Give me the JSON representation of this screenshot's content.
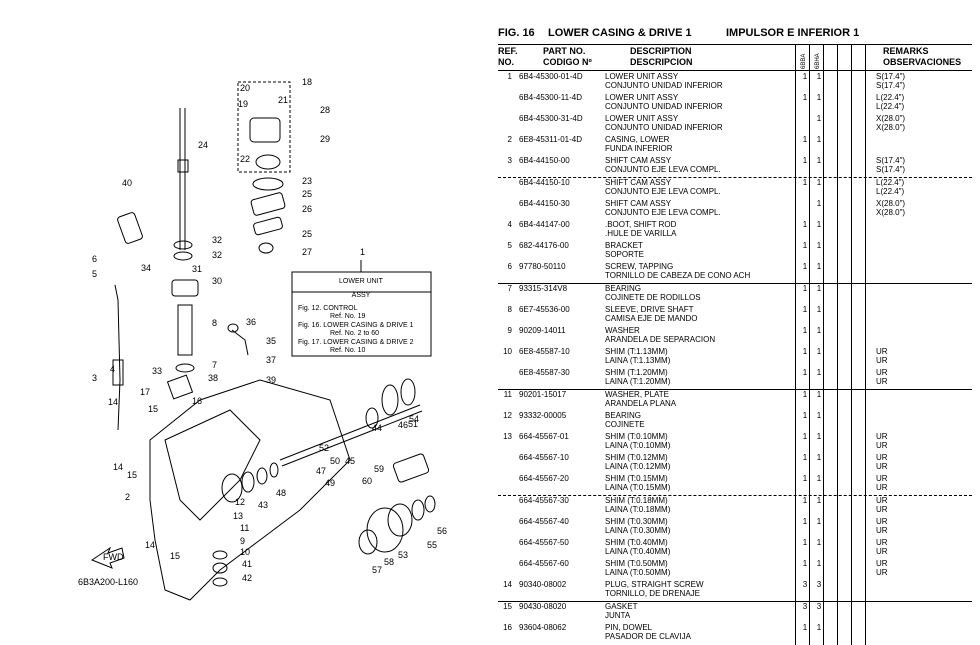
{
  "diagram": {
    "callouts": [
      "1",
      "2",
      "3",
      "4",
      "5",
      "6",
      "7",
      "8",
      "9",
      "10",
      "11",
      "12",
      "13",
      "14",
      "14",
      "14",
      "15",
      "15",
      "15",
      "16",
      "17",
      "18",
      "19",
      "20",
      "21",
      "22",
      "23",
      "24",
      "25",
      "25",
      "26",
      "27",
      "28",
      "29",
      "30",
      "31",
      "32",
      "32",
      "33",
      "34",
      "35",
      "36",
      "37",
      "38",
      "39",
      "40",
      "41",
      "42",
      "43",
      "44",
      "45",
      "46",
      "47",
      "48",
      "49",
      "50",
      "51",
      "52",
      "53",
      "54",
      "55",
      "56",
      "57",
      "58",
      "59",
      "60"
    ],
    "code_box": {
      "title1": "LOWER UNIT",
      "title2": "ASSY",
      "line1": "Fig. 12. CONTROL",
      "line2": "Ref. No. 19",
      "line3": "Fig. 16. LOWER CASING & DRIVE 1",
      "line4": "Ref. No. 2 to 60",
      "line5": "Fig. 17. LOWER CASING & DRIVE 2",
      "line6": "Ref. No. 10"
    },
    "fwd_label": "FWD",
    "drawing_code": "6B3A200-L160"
  },
  "header": {
    "fig_no": "FIG.  16",
    "title_en": "LOWER CASING & DRIVE 1",
    "title_es": "IMPULSOR E INFERIOR 1"
  },
  "columns": {
    "ref_1": "REF.",
    "ref_2": "NO.",
    "part_1": "PART NO.",
    "part_2": "CODIGO Nº",
    "desc_1": "DESCRIPTION",
    "desc_2": "DESCRIPCION",
    "model_a": "6BBA",
    "model_b": "6BHA",
    "rem_1": "REMARKS",
    "rem_2": "OBSERVACIONES"
  },
  "rows": [
    {
      "ref": "1",
      "part": "6B4-45300-01-4D",
      "desc_en": "LOWER UNIT ASSY",
      "desc_es": "CONJUNTO UNIDAD INFERIOR",
      "q1": "1",
      "q2": "1",
      "rem1": "S(17.4\")",
      "rem2": "S(17.4\")",
      "sep": "none"
    },
    {
      "ref": "",
      "part": "6B4-45300-11-4D",
      "desc_en": "LOWER UNIT ASSY",
      "desc_es": "CONJUNTO UNIDAD INFERIOR",
      "q1": "1",
      "q2": "1",
      "rem1": "L(22.4\")",
      "rem2": "L(22.4\")",
      "sep": "none"
    },
    {
      "ref": "",
      "part": "6B4-45300-31-4D",
      "desc_en": "LOWER UNIT ASSY",
      "desc_es": "CONJUNTO UNIDAD INFERIOR",
      "q1": "",
      "q2": "1",
      "rem1": "X(28.0\")",
      "rem2": "X(28.0\")",
      "sep": "none"
    },
    {
      "ref": "2",
      "part": "6E8-45311-01-4D",
      "desc_en": "CASING, LOWER",
      "desc_es": "FUNDA INFERIOR",
      "q1": "1",
      "q2": "1",
      "rem1": "",
      "rem2": "",
      "sep": "none"
    },
    {
      "ref": "3",
      "part": "6B4-44150-00",
      "desc_en": "SHIFT CAM ASSY",
      "desc_es": "CONJUNTO EJE LEVA COMPL.",
      "q1": "1",
      "q2": "1",
      "rem1": "S(17.4\")",
      "rem2": "S(17.4\")",
      "sep": "none"
    },
    {
      "ref": "",
      "part": "6B4-44150-10",
      "desc_en": "SHIFT CAM ASSY",
      "desc_es": "CONJUNTO EJE LEVA COMPL.",
      "q1": "1",
      "q2": "1",
      "rem1": "L(22.4\")",
      "rem2": "L(22.4\")",
      "sep": "dash"
    },
    {
      "ref": "",
      "part": "6B4-44150-30",
      "desc_en": "SHIFT CAM ASSY",
      "desc_es": "CONJUNTO EJE LEVA COMPL.",
      "q1": "",
      "q2": "1",
      "rem1": "X(28.0\")",
      "rem2": "X(28.0\")",
      "sep": "none"
    },
    {
      "ref": "4",
      "part": "6B4-44147-00",
      "desc_en": ".BOOT, SHIFT ROD",
      ".desc_es": "",
      "desc_es": ".HULE DE VARILLA",
      "q1": "1",
      "q2": "1",
      "rem1": "",
      "rem2": "",
      "sep": "none"
    },
    {
      "ref": "5",
      "part": "682-44176-00",
      "desc_en": "BRACKET",
      "desc_es": "SOPORTE",
      "q1": "1",
      "q2": "1",
      "rem1": "",
      "rem2": "",
      "sep": "none"
    },
    {
      "ref": "6",
      "part": "97780-50110",
      "desc_en": "SCREW, TAPPING",
      "desc_es": "TORNILLO DE CABEZA DE CONO ACH",
      "q1": "1",
      "q2": "1",
      "rem1": "",
      "rem2": "",
      "sep": "none"
    },
    {
      "ref": "7",
      "part": "93315-314V8",
      "desc_en": "BEARING",
      "desc_es": "COJINETE DE RODILLOS",
      "q1": "1",
      "q2": "1",
      "rem1": "",
      "rem2": "",
      "sep": "solid"
    },
    {
      "ref": "8",
      "part": "6E7-45536-00",
      "desc_en": "SLEEVE, DRIVE SHAFT",
      "desc_es": "CAMISA EJE DE MANDO",
      "q1": "1",
      "q2": "1",
      "rem1": "",
      "rem2": "",
      "sep": "none"
    },
    {
      "ref": "9",
      "part": "90209-14011",
      "desc_en": "WASHER",
      "desc_es": "ARANDELA DE SEPARACION",
      "q1": "1",
      "q2": "1",
      "rem1": "",
      "rem2": "",
      "sep": "none"
    },
    {
      "ref": "10",
      "part": "6E8-45587-10",
      "desc_en": "SHIM (T:1.13MM)",
      "desc_es": "LAINA (T:1.13MM)",
      "q1": "1",
      "q2": "1",
      "rem1": "UR",
      "rem2": "UR",
      "sep": "none"
    },
    {
      "ref": "",
      "part": "6E8-45587-30",
      "desc_en": "SHIM (T:1.20MM)",
      "desc_es": "LAINA (T:1.20MM)",
      "q1": "1",
      "q2": "1",
      "rem1": "UR",
      "rem2": "UR",
      "sep": "none"
    },
    {
      "ref": "11",
      "part": "90201-15017",
      "desc_en": "WASHER, PLATE",
      "desc_es": "ARANDELA PLANA",
      "q1": "1",
      "q2": "1",
      "rem1": "",
      "rem2": "",
      "sep": "solid"
    },
    {
      "ref": "12",
      "part": "93332-00005",
      "desc_en": "BEARING",
      "desc_es": "COJINETE",
      "q1": "1",
      "q2": "1",
      "rem1": "",
      "rem2": "",
      "sep": "none"
    },
    {
      "ref": "13",
      "part": "664-45567-01",
      "desc_en": "SHIM (T:0.10MM)",
      "desc_es": "LAINA (T:0.10MM)",
      "q1": "1",
      "q2": "1",
      "rem1": "UR",
      "rem2": "UR",
      "sep": "none"
    },
    {
      "ref": "",
      "part": "664-45567-10",
      "desc_en": "SHIM (T:0.12MM)",
      "desc_es": "LAINA (T:0.12MM)",
      "q1": "1",
      "q2": "1",
      "rem1": "UR",
      "rem2": "UR",
      "sep": "none"
    },
    {
      "ref": "",
      "part": "664-45567-20",
      "desc_en": "SHIM (T:0.15MM)",
      "desc_es": "LAINA (T:0.15MM)",
      "q1": "1",
      "q2": "1",
      "rem1": "UR",
      "rem2": "UR",
      "sep": "none"
    },
    {
      "ref": "",
      "part": "664-45567-30",
      "desc_en": "SHIM (T:0.18MM)",
      "desc_es": "LAINA (T:0.18MM)",
      "q1": "1",
      "q2": "1",
      "rem1": "UR",
      "rem2": "UR",
      "sep": "dash"
    },
    {
      "ref": "",
      "part": "664-45567-40",
      "desc_en": "SHIM (T:0.30MM)",
      "desc_es": "LAINA (T:0.30MM)",
      "q1": "1",
      "q2": "1",
      "rem1": "UR",
      "rem2": "UR",
      "sep": "none"
    },
    {
      "ref": "",
      "part": "664-45567-50",
      "desc_en": "SHIM (T:0.40MM)",
      "desc_es": "LAINA (T:0.40MM)",
      "q1": "1",
      "q2": "1",
      "rem1": "UR",
      "rem2": "UR",
      "sep": "none"
    },
    {
      "ref": "",
      "part": "664-45567-60",
      "desc_en": "SHIM (T:0.50MM)",
      "desc_es": "LAINA (T:0.50MM)",
      "q1": "1",
      "q2": "1",
      "rem1": "UR",
      "rem2": "UR",
      "sep": "none"
    },
    {
      "ref": "14",
      "part": "90340-08002",
      "desc_en": "PLUG, STRAIGHT SCREW",
      "desc_es": "TORNILLO, DE DRENAJE",
      "q1": "3",
      "q2": "3",
      "rem1": "",
      "rem2": "",
      "sep": "none"
    },
    {
      "ref": "15",
      "part": "90430-08020",
      "desc_en": "GASKET",
      "desc_es": "JUNTA",
      "q1": "3",
      "q2": "3",
      "rem1": "",
      "rem2": "",
      "sep": "solid"
    },
    {
      "ref": "16",
      "part": "93604-08062",
      "desc_en": "PIN, DOWEL",
      "desc_es": "PASADOR DE CLAVIJA",
      "q1": "1",
      "q2": "1",
      "rem1": "",
      "rem2": "",
      "sep": "none"
    }
  ]
}
